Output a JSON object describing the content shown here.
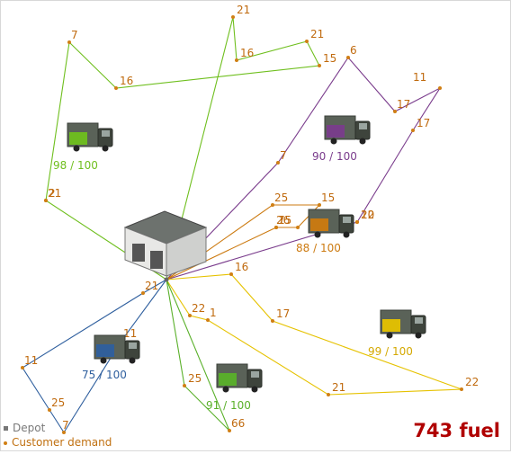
{
  "score_label": "743 fuel",
  "legend": {
    "depot": "Depot",
    "customer": "Customer demand"
  },
  "colors": {
    "green": "#6fbf1e",
    "purple": "#7a3c8c",
    "orange": "#cc7a10",
    "blue": "#2f5f9e",
    "yellow": "#e6c200",
    "lime": "#5ab02a",
    "demand_text": "#c06a0e",
    "score": "#b00000"
  },
  "routes": [
    {
      "id": "green",
      "color": "green",
      "capacity_label": "98 / 100",
      "stops": [
        {
          "demand": "21"
        },
        {
          "demand": "16"
        },
        {
          "demand": "21"
        },
        {
          "demand": "15"
        },
        {
          "demand": "16"
        },
        {
          "demand": "7"
        },
        {
          "demand": "21"
        },
        {
          "demand": "2"
        }
      ]
    },
    {
      "id": "purple",
      "color": "purple",
      "capacity_label": "90 / 100",
      "stops": [
        {
          "demand": "7"
        },
        {
          "demand": "6"
        },
        {
          "demand": "17"
        },
        {
          "demand": "11"
        },
        {
          "demand": "17"
        },
        {
          "demand": "10"
        },
        {
          "demand": "22"
        }
      ]
    },
    {
      "id": "orange",
      "color": "orange",
      "capacity_label": "88 / 100",
      "stops": [
        {
          "demand": "25"
        },
        {
          "demand": "15"
        },
        {
          "demand": "26"
        },
        {
          "demand": "15"
        },
        {
          "demand": "7"
        }
      ]
    },
    {
      "id": "blue",
      "color": "blue",
      "capacity_label": "75 / 100",
      "stops": [
        {
          "demand": "21"
        },
        {
          "demand": "11"
        },
        {
          "demand": "25"
        },
        {
          "demand": "7"
        },
        {
          "demand": "11"
        }
      ]
    },
    {
      "id": "yellow",
      "color": "yellow",
      "capacity_label": "99 / 100",
      "stops": [
        {
          "demand": "16"
        },
        {
          "demand": "17"
        },
        {
          "demand": "22"
        },
        {
          "demand": "21"
        },
        {
          "demand": "1"
        },
        {
          "demand": "22"
        }
      ]
    },
    {
      "id": "lime",
      "color": "lime",
      "capacity_label": "91 / 100",
      "stops": [
        {
          "demand": "25"
        },
        {
          "demand": "66"
        }
      ]
    }
  ]
}
